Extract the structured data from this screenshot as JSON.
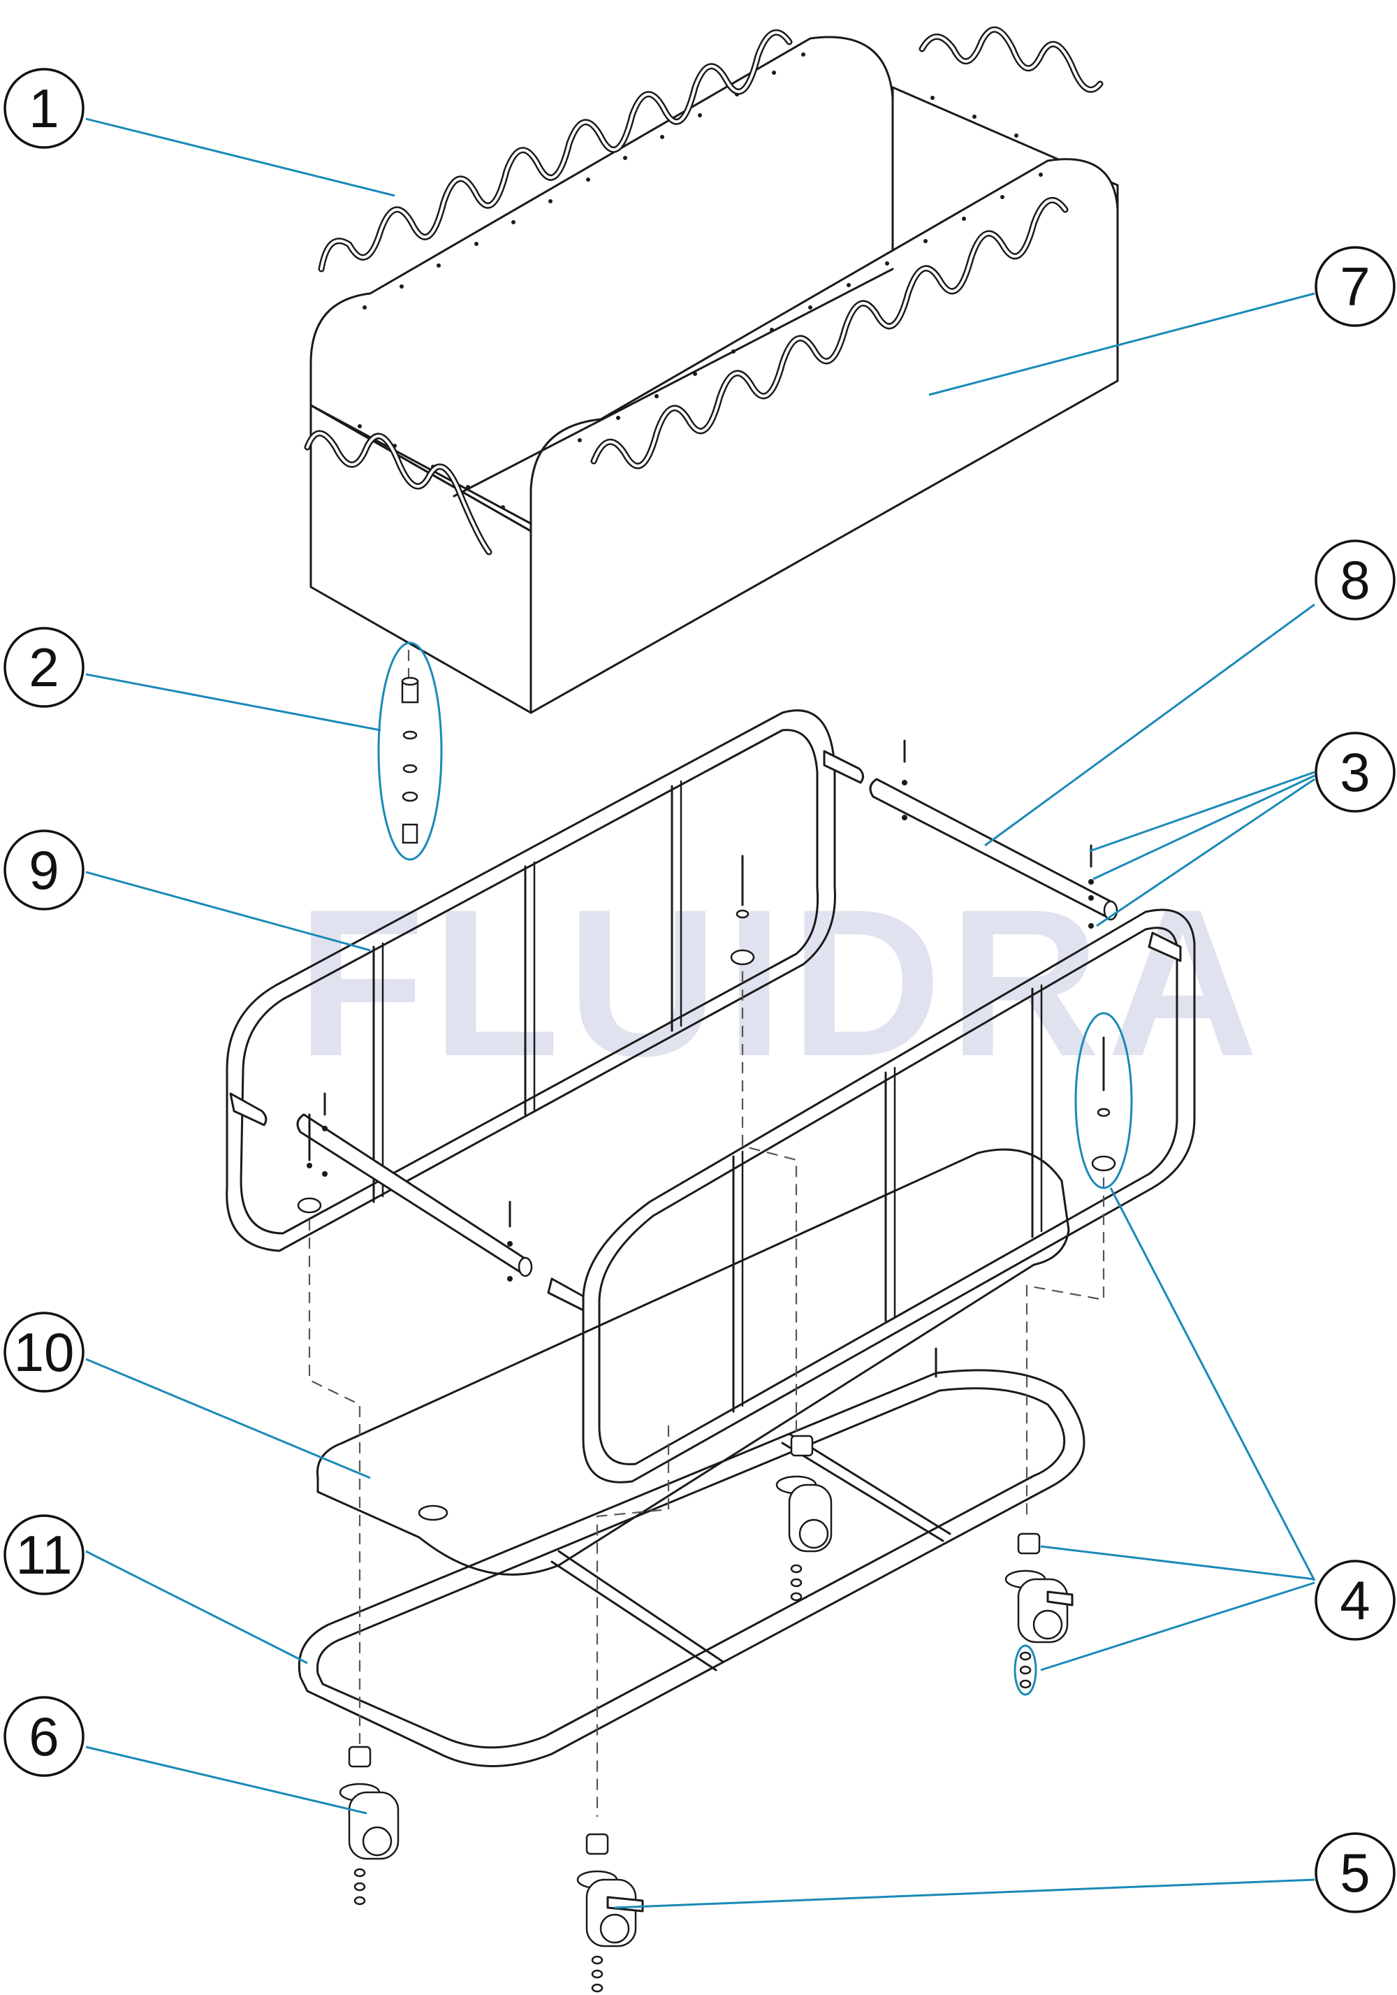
{
  "watermark": "FLUIDRA",
  "callouts": [
    {
      "id": "1"
    },
    {
      "id": "2"
    },
    {
      "id": "3"
    },
    {
      "id": "4"
    },
    {
      "id": "5"
    },
    {
      "id": "6"
    },
    {
      "id": "7"
    },
    {
      "id": "8"
    },
    {
      "id": "9"
    },
    {
      "id": "10"
    },
    {
      "id": "11"
    }
  ],
  "colors": {
    "line": "#1a1a1a",
    "leader": "#1a8ab8",
    "watermark": "#c9cbe3"
  }
}
